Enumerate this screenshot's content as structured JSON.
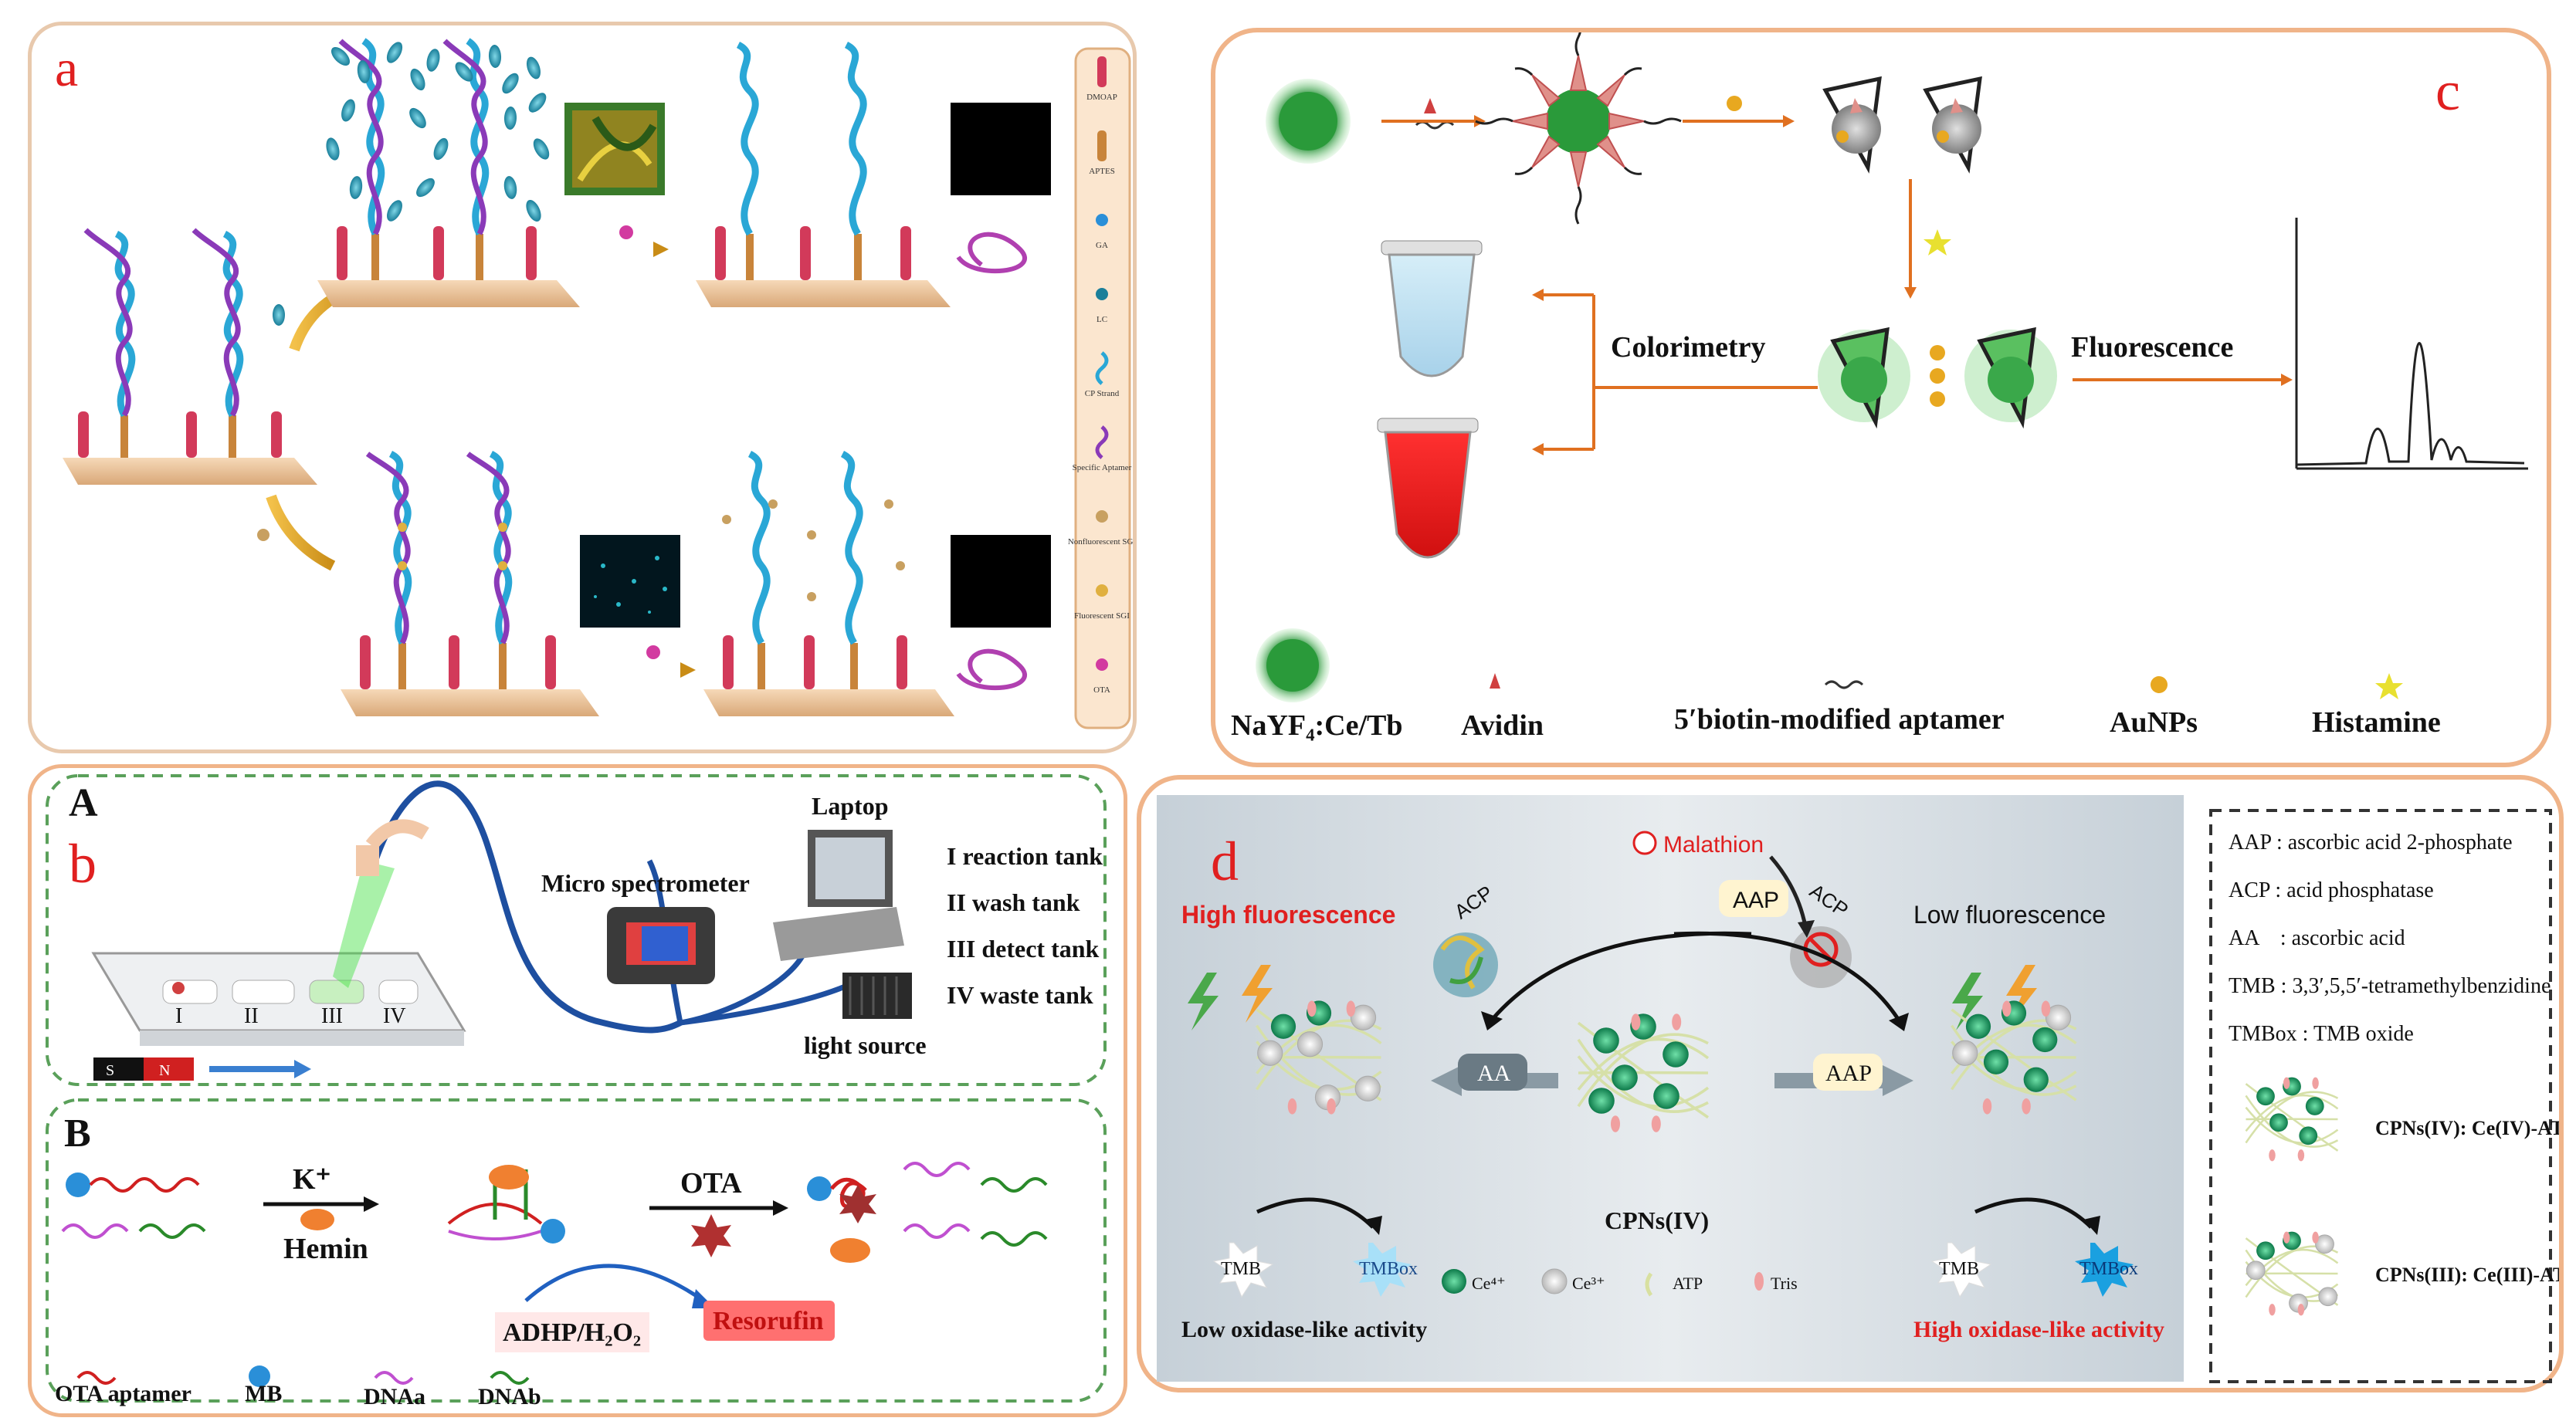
{
  "panel_a": {
    "label": "a",
    "legend": [
      "DMOAP",
      "APTES",
      "GA",
      "LC",
      "CP Strand",
      "Specific Aptamer",
      "Nonfluorescent SGI",
      "Fluorescent SGI",
      "OTA"
    ]
  },
  "panel_c": {
    "label": "c",
    "colorimetry": "Colorimetry",
    "fluorescence": "Fluorescence",
    "legend": {
      "nayf": "NaYF₄:Ce/Tb",
      "avidin": "Avidin",
      "aptamer": "5′biotin-modified aptamer",
      "aunps": "AuNPs",
      "histamine": "Histamine"
    }
  },
  "panel_b": {
    "label": "b",
    "sub_a": "A",
    "sub_b": "B",
    "micro_spectrometer": "Micro spectrometer",
    "laptop": "Laptop",
    "light_source": "light source",
    "tanks": [
      "I reaction tank",
      "II wash tank",
      "III detect tank",
      "IV waste tank"
    ],
    "chip_labels": [
      "I",
      "II",
      "III",
      "IV"
    ],
    "k_plus": "K⁺",
    "hemin": "Hemin",
    "ota": "OTA",
    "adhp": "ADHP/H₂O₂",
    "resorufin": "Resorufin",
    "legend": [
      "OTA aptamer",
      "MB",
      "DNAa",
      "DNAb"
    ]
  },
  "panel_d": {
    "label": "d",
    "malathion": "Malathion",
    "high_fluorescence": "High fluorescence",
    "low_fluorescence": "Low fluorescence",
    "aap": "AAP",
    "acp": "ACP",
    "aa": "AA",
    "cpns_iv": "CPNs(IV)",
    "tmb": "TMB",
    "tmbox": "TMBox",
    "low_oxidase": "Low oxidase-like activity",
    "high_oxidase": "High oxidase-like activity",
    "bottom_legend": [
      "Ce⁴⁺",
      "Ce³⁺",
      "ATP",
      "Tris"
    ],
    "definitions": [
      "AAP : ascorbic acid 2-phosphate",
      "ACP : acid phosphatase",
      "AA    : ascorbic acid",
      "TMB : 3,3′,5,5′-tetramethylbenzidine",
      "TMBox : TMB oxide"
    ],
    "cpns_iv_label": "CPNs(IV): Ce(IV)-ATP-Tris",
    "cpns_iii_label": "CPNs(III): Ce(III)-ATP-Tris"
  }
}
